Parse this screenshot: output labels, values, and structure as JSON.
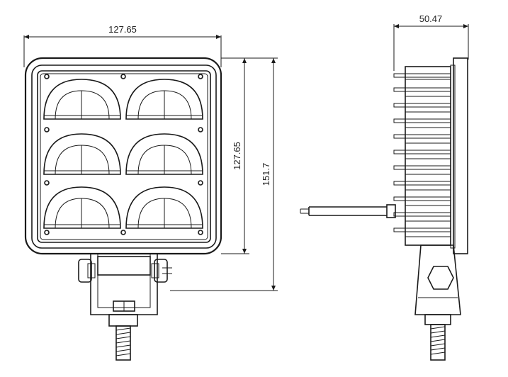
{
  "dimensions": {
    "front_width": "127.65",
    "front_height": "127.65",
    "total_height": "151.7",
    "side_depth": "50.47"
  },
  "colors": {
    "line": "#1a1a1a",
    "background": "#ffffff"
  }
}
